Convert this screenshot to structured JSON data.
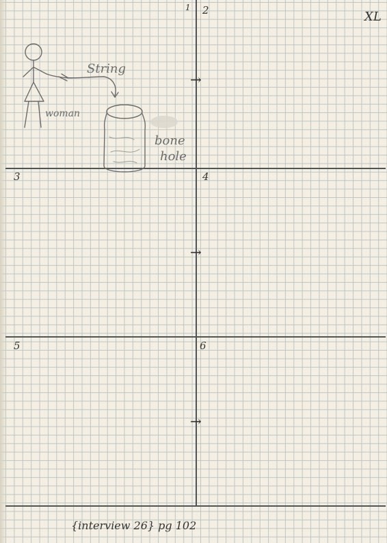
{
  "page": {
    "roman_numeral": "XL",
    "cell_numbers": [
      "1",
      "2",
      "3",
      "4",
      "5",
      "6"
    ],
    "arrow_glyph": "→"
  },
  "sketch": {
    "string_label": "String",
    "woman_label": "woman",
    "bone_label": "bone",
    "hole_label": "hole"
  },
  "footer": {
    "citation": "{interview 26} pg 102"
  },
  "colors": {
    "paper": "#f4efe2",
    "grid": "#bcc6c8",
    "rule": "#4e5558",
    "pencil": "#6c6c6c"
  }
}
